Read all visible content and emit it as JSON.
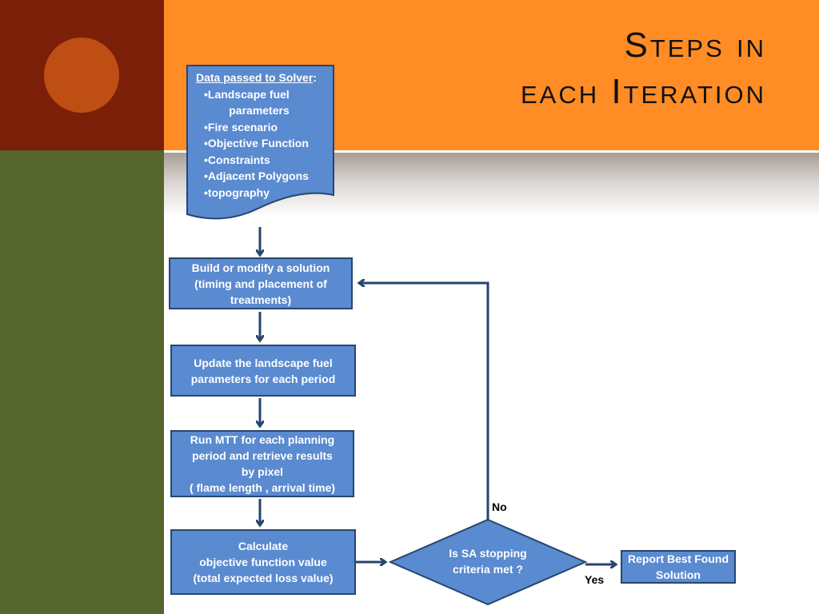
{
  "slide": {
    "title_line1": "Steps in",
    "title_line2": "each Iteration"
  },
  "flowchart": {
    "input_doc": {
      "heading": "Data passed to Solver",
      "heading_suffix": ":",
      "items": [
        "•Landscape fuel",
        "parameters",
        "•Fire scenario",
        "•Objective Function",
        "•Constraints",
        "•Adjacent Polygons",
        "•topography"
      ]
    },
    "steps": [
      {
        "lines": [
          "Build or modify a solution",
          "(timing and placement of",
          "treatments)"
        ]
      },
      {
        "lines": [
          "Update the landscape fuel",
          "parameters for each period"
        ]
      },
      {
        "lines": [
          "Run MTT for each planning",
          "period and retrieve results",
          "by pixel",
          "( flame length , arrival time)"
        ]
      },
      {
        "lines": [
          "Calculate",
          "objective function value",
          "(total expected loss value)"
        ]
      }
    ],
    "decision": {
      "lines": [
        "Is SA stopping",
        "criteria met ?"
      ]
    },
    "result": {
      "lines": [
        "Report Best Found",
        "Solution"
      ]
    },
    "labels": {
      "no": "No",
      "yes": "Yes"
    },
    "colors": {
      "box_fill": "#5a8ad0",
      "box_border": "#26466e",
      "arrow": "#26466e"
    }
  }
}
